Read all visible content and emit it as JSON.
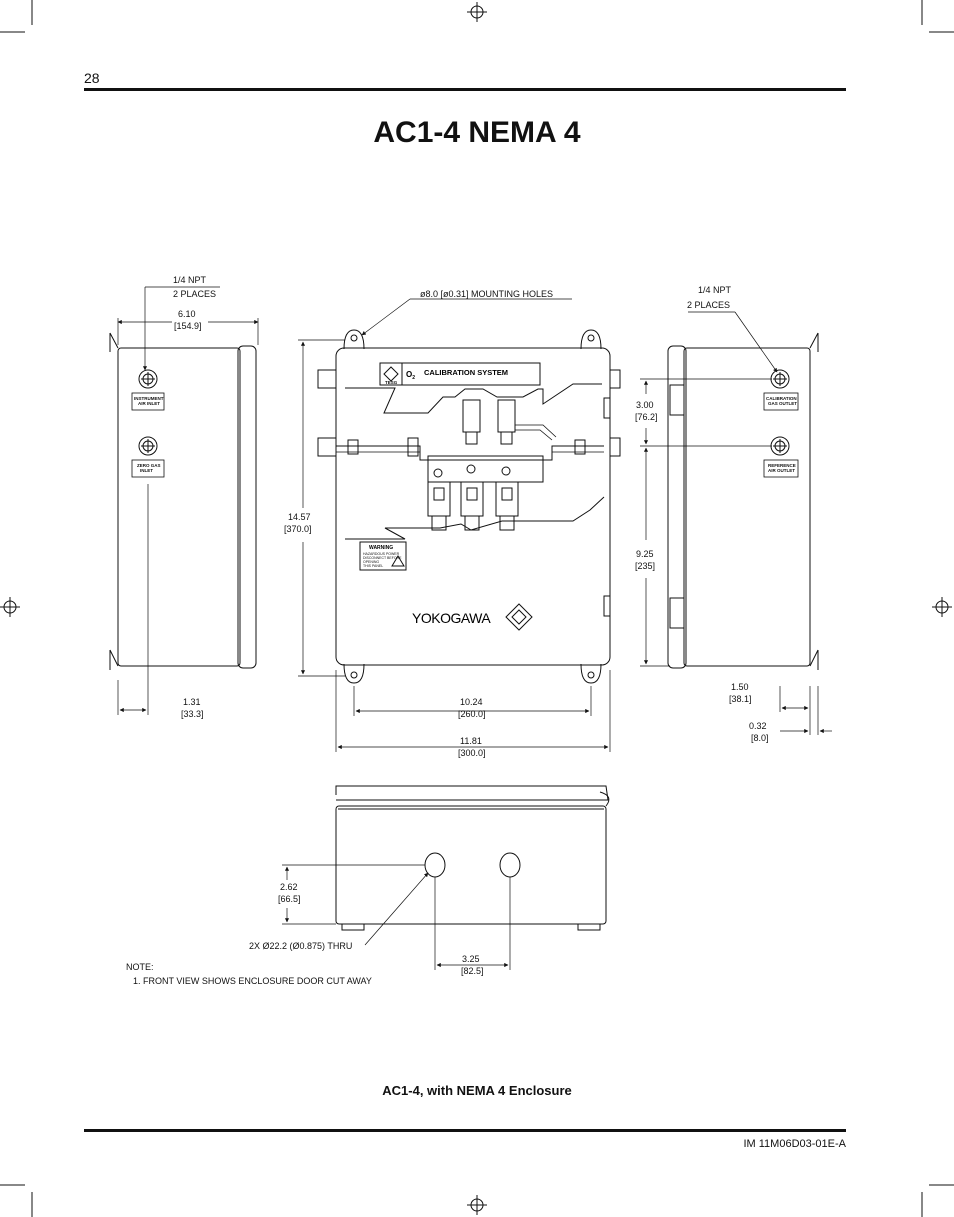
{
  "page": {
    "number": "28",
    "title": "AC1-4 NEMA 4",
    "caption": "AC1-4, with NEMA 4 Enclosure",
    "doc_code": "IM 11M06D03-01E-A"
  },
  "drawing": {
    "left_view": {
      "npt_line1": "1/4 NPT",
      "npt_line2": "2 PLACES",
      "width": "6.10",
      "width_mm": "[154.9]",
      "bottom_offset": "1.31",
      "bottom_offset_mm": "[33.3]",
      "label_instrument_air": [
        "INSTRUMENT",
        "AIR INLET"
      ],
      "label_zero_gas": [
        "ZERO GAS",
        "INLET"
      ]
    },
    "front_view": {
      "mounting_holes": "ø8.0 [ø0.31] MOUNTING HOLES",
      "height": "14.57",
      "height_mm": "[370.0]",
      "hole_spacing": "10.24",
      "hole_spacing_mm": "[260.0]",
      "overall_width": "11.81",
      "overall_width_mm": "[300.0]",
      "nameplate": "O2 CALIBRATION SYSTEM",
      "o2_letter": "O",
      "o2_sub": "2",
      "nameplate_rest": "CALIBRATION SYSTEM",
      "tesg": "TESG",
      "warning_title": "WARNING",
      "warning_lines": [
        "HAZARDOUS POWER",
        "DISCONNECT BEFORE",
        "OPENING",
        "THIS PANEL"
      ],
      "brand": "YOKOGAWA"
    },
    "right_view": {
      "npt_line1": "1/4 NPT",
      "npt_line2": "2 PLACES",
      "upper": "3.00",
      "upper_mm": "[76.2]",
      "lower": "9.25",
      "lower_mm": "[235]",
      "depth": "1.50",
      "depth_mm": "[38.1]",
      "lip": "0.32",
      "lip_mm": "[8.0]",
      "label_cal_gas": [
        "CALIBRATION",
        "GAS OUTLET"
      ],
      "label_ref_air": [
        "REFERENCE",
        "AIR OUTLET"
      ]
    },
    "bottom_view": {
      "hole_height": "2.62",
      "hole_height_mm": "[66.5]",
      "holes": "2X Ø22.2 (Ø0.875) THRU",
      "hole_spacing": "3.25",
      "hole_spacing_mm": "[82.5]"
    },
    "notes_title": "NOTE:",
    "notes": [
      "1. FRONT VIEW SHOWS ENCLOSURE DOOR CUT AWAY"
    ]
  }
}
